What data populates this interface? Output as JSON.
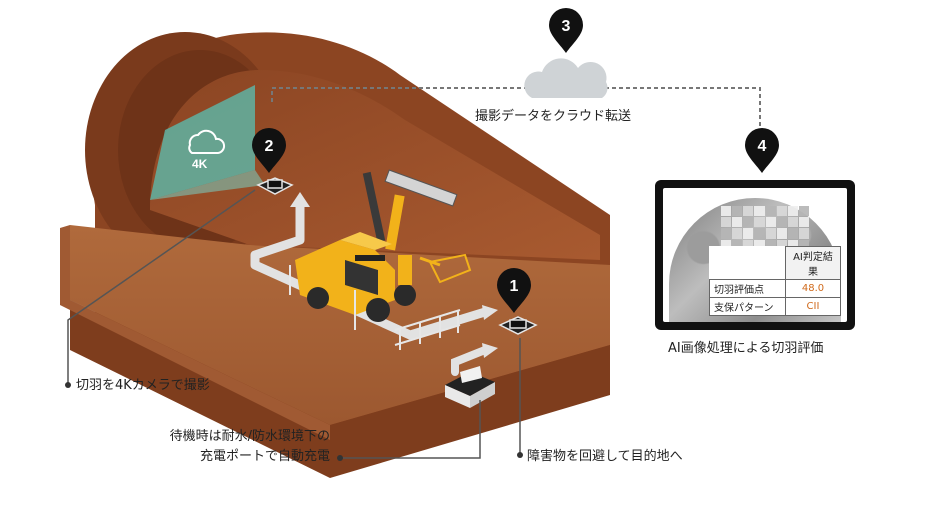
{
  "markers": {
    "m1": "1",
    "m2": "2",
    "m3": "3",
    "m4": "4"
  },
  "screen_text": "4K",
  "labels": {
    "cloud_transfer": "撮影データをクラウド転送",
    "camera": "切羽を4Kカメラで撮影",
    "charging_line1": "待機時は耐水/防水環境下の",
    "charging_line2": "充電ポートで自動充電",
    "obstacle": "障害物を回避して目的地へ",
    "ai_eval": "AI画像処理による切羽評価"
  },
  "ai_table": {
    "header": "AI判定結果",
    "rows": [
      {
        "label": "切羽評価点",
        "value": "48.0"
      },
      {
        "label": "支保パターン",
        "value": "CII"
      }
    ]
  },
  "colors": {
    "tunnel_dark": "#7a3a1c",
    "tunnel_mid": "#9a4f28",
    "tunnel_light": "#b3673a",
    "machine": "#f2b21a",
    "path": "#e2e2e2",
    "marker": "#111111",
    "value_text": "#d06a1c",
    "screen": "#5fb3a3"
  }
}
